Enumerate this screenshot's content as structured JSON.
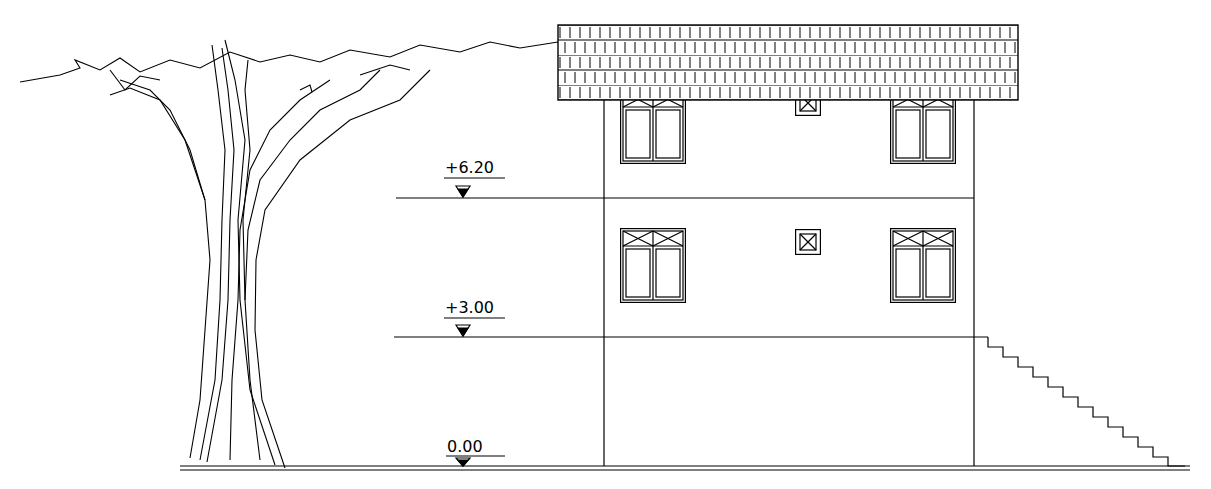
{
  "diagram": {
    "labels": [
      "+6.20",
      "+3.00",
      "0.00"
    ]
  }
}
